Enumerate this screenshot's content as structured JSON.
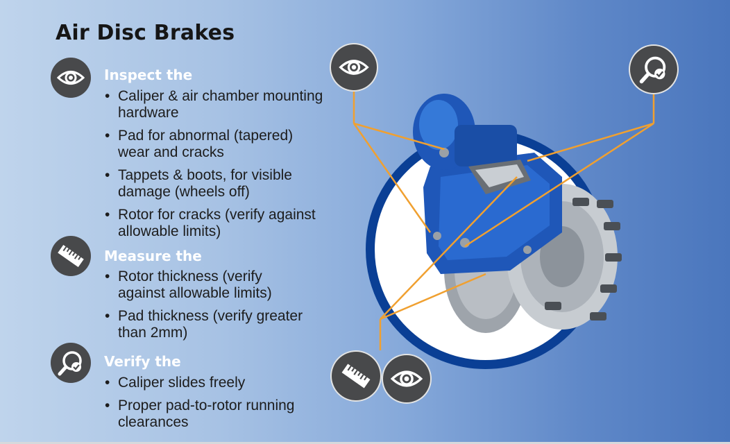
{
  "title": "Air Disc Brakes",
  "sections": [
    {
      "heading": "Inspect the",
      "icon": "eye-icon",
      "items": [
        "Caliper & air chamber mounting hardware",
        "Pad for abnormal (tapered) wear and cracks",
        "Tappets & boots, for visible damage (wheels off)",
        "Rotor for cracks (verify against allowable limits)"
      ]
    },
    {
      "heading": "Measure the",
      "icon": "ruler-icon",
      "items": [
        "Rotor thickness (verify against allowable limits)",
        "Pad thickness (verify greater than 2mm)"
      ]
    },
    {
      "heading": "Verify the",
      "icon": "magnifier-check-icon",
      "items": [
        "Caliper slides freely",
        "Proper pad-to-rotor running clearances"
      ]
    }
  ],
  "callouts": [
    "eye-icon",
    "magnifier-check-icon",
    "ruler-icon",
    "eye-icon"
  ],
  "colors": {
    "icon_bg": "#48494b",
    "circle_ring": "#0a3f95",
    "leader_lines": "#f0a030",
    "caliper_blue": "#1f57b8"
  }
}
